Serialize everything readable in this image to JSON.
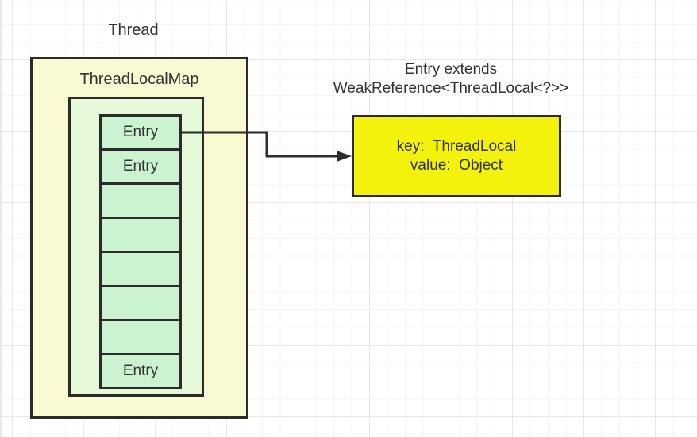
{
  "colors": {
    "outer_box_fill": "#fafad2",
    "inner_box_fill": "#e5f8d7",
    "entry_cell_fill": "#cbf3d0",
    "detail_box_fill": "#f2f20c",
    "stroke": "#2b2b2b",
    "text": "#333333"
  },
  "labels": {
    "thread": "Thread",
    "map_title": "ThreadLocalMap"
  },
  "stack": {
    "cells": [
      {
        "label": "Entry"
      },
      {
        "label": "Entry"
      },
      {
        "label": ""
      },
      {
        "label": ""
      },
      {
        "label": ""
      },
      {
        "label": ""
      },
      {
        "label": ""
      },
      {
        "label": "Entry"
      }
    ]
  },
  "annotation": {
    "line1": "Entry extends",
    "line2": "WeakReference<ThreadLocal<?>>"
  },
  "detail_box": {
    "key_line": "key:  ThreadLocal",
    "value_line": "value:  Object"
  }
}
